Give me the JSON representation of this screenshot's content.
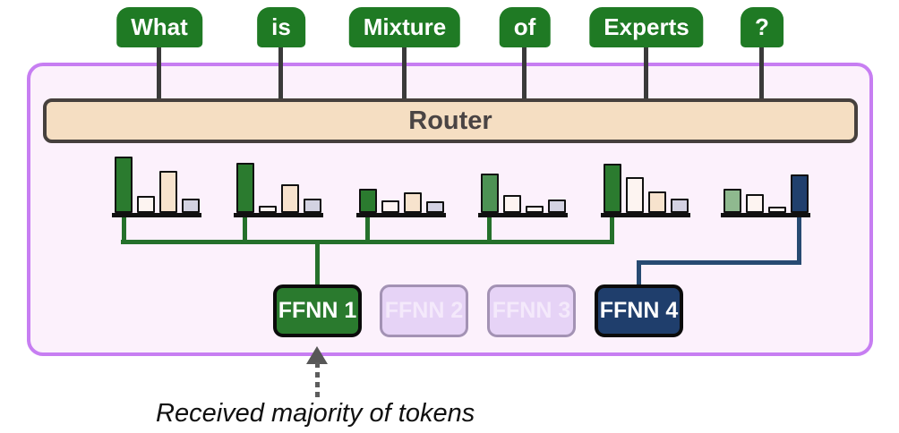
{
  "title": "What is Mixture of Experts?",
  "tokens": [
    {
      "label": "What"
    },
    {
      "label": "is"
    },
    {
      "label": "Mixture"
    },
    {
      "label": "of"
    },
    {
      "label": "Experts"
    },
    {
      "label": "?"
    }
  ],
  "router": {
    "label": "Router"
  },
  "chart_data": {
    "type": "bar",
    "note": "per-token router probability over 4 experts; h = bar height in px, c = color key",
    "charts": [
      {
        "token": "What",
        "bars": [
          {
            "h": 63,
            "c": "green"
          },
          {
            "h": 19,
            "c": "white"
          },
          {
            "h": 47,
            "c": "peach"
          },
          {
            "h": 16,
            "c": "lavender"
          }
        ]
      },
      {
        "token": "is",
        "bars": [
          {
            "h": 56,
            "c": "green"
          },
          {
            "h": 8,
            "c": "white"
          },
          {
            "h": 32,
            "c": "peach"
          },
          {
            "h": 16,
            "c": "lavender"
          }
        ]
      },
      {
        "token": "Mixture",
        "bars": [
          {
            "h": 27,
            "c": "green"
          },
          {
            "h": 14,
            "c": "white"
          },
          {
            "h": 23,
            "c": "peach"
          },
          {
            "h": 13,
            "c": "lavender"
          }
        ]
      },
      {
        "token": "of",
        "bars": [
          {
            "h": 44,
            "c": "green2"
          },
          {
            "h": 20,
            "c": "white"
          },
          {
            "h": 8,
            "c": "white"
          },
          {
            "h": 15,
            "c": "lavender"
          }
        ]
      },
      {
        "token": "Experts",
        "bars": [
          {
            "h": 55,
            "c": "green"
          },
          {
            "h": 40,
            "c": "white"
          },
          {
            "h": 24,
            "c": "peach"
          },
          {
            "h": 16,
            "c": "lavender"
          }
        ]
      },
      {
        "token": "?",
        "bars": [
          {
            "h": 27,
            "c": "sage"
          },
          {
            "h": 21,
            "c": "white"
          },
          {
            "h": 7,
            "c": "white"
          },
          {
            "h": 43,
            "c": "navy"
          }
        ]
      }
    ]
  },
  "experts": [
    {
      "label": "FFNN 1",
      "state": "active-green"
    },
    {
      "label": "FFNN 2",
      "state": "inactive"
    },
    {
      "label": "FFNN 3",
      "state": "inactive"
    },
    {
      "label": "FFNN 4",
      "state": "active-navy"
    }
  ],
  "caption": {
    "text": "Received majority of tokens"
  },
  "colors": {
    "token_green": "#1f7a24",
    "router_fill": "#f5dec2",
    "router_border": "#46403d",
    "container_border": "#c77ef2",
    "container_fill": "#fcf1fc",
    "token_line": "#3a3a3a",
    "green_connector": "#25702b",
    "navy_connector": "#274a72",
    "ffnn1_fill": "#2a7a2e",
    "ffnn4_fill": "#1f3e6c",
    "inactive_fill": "#e6d3f6",
    "inactive_border": "#a392b4",
    "bars": {
      "green": "#2b7b2f",
      "green2": "#4d9254",
      "sage": "#8fb98f",
      "white": "#fdf4f1",
      "peach": "#f7e3cd",
      "lavender": "#d3d2e2",
      "navy": "#20406d"
    }
  }
}
